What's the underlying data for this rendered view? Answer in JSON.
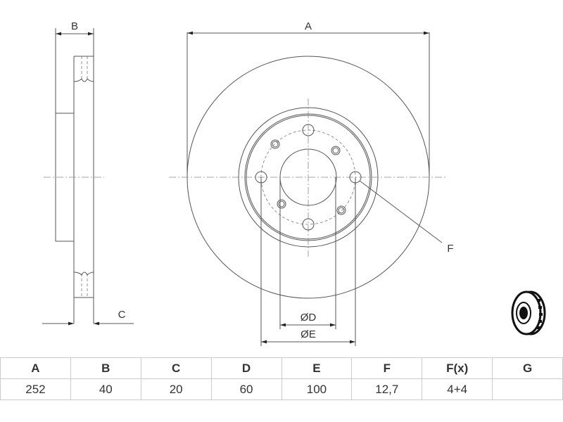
{
  "drawing": {
    "labels": {
      "A": "A",
      "B": "B",
      "C": "C",
      "D": "ØD",
      "E": "ØE",
      "F": "F"
    }
  },
  "table": {
    "headers": [
      "A",
      "B",
      "C",
      "D",
      "E",
      "F",
      "F(x)",
      "G"
    ],
    "values": [
      "252",
      "40",
      "20",
      "60",
      "100",
      "12,7",
      "4+4",
      ""
    ]
  }
}
